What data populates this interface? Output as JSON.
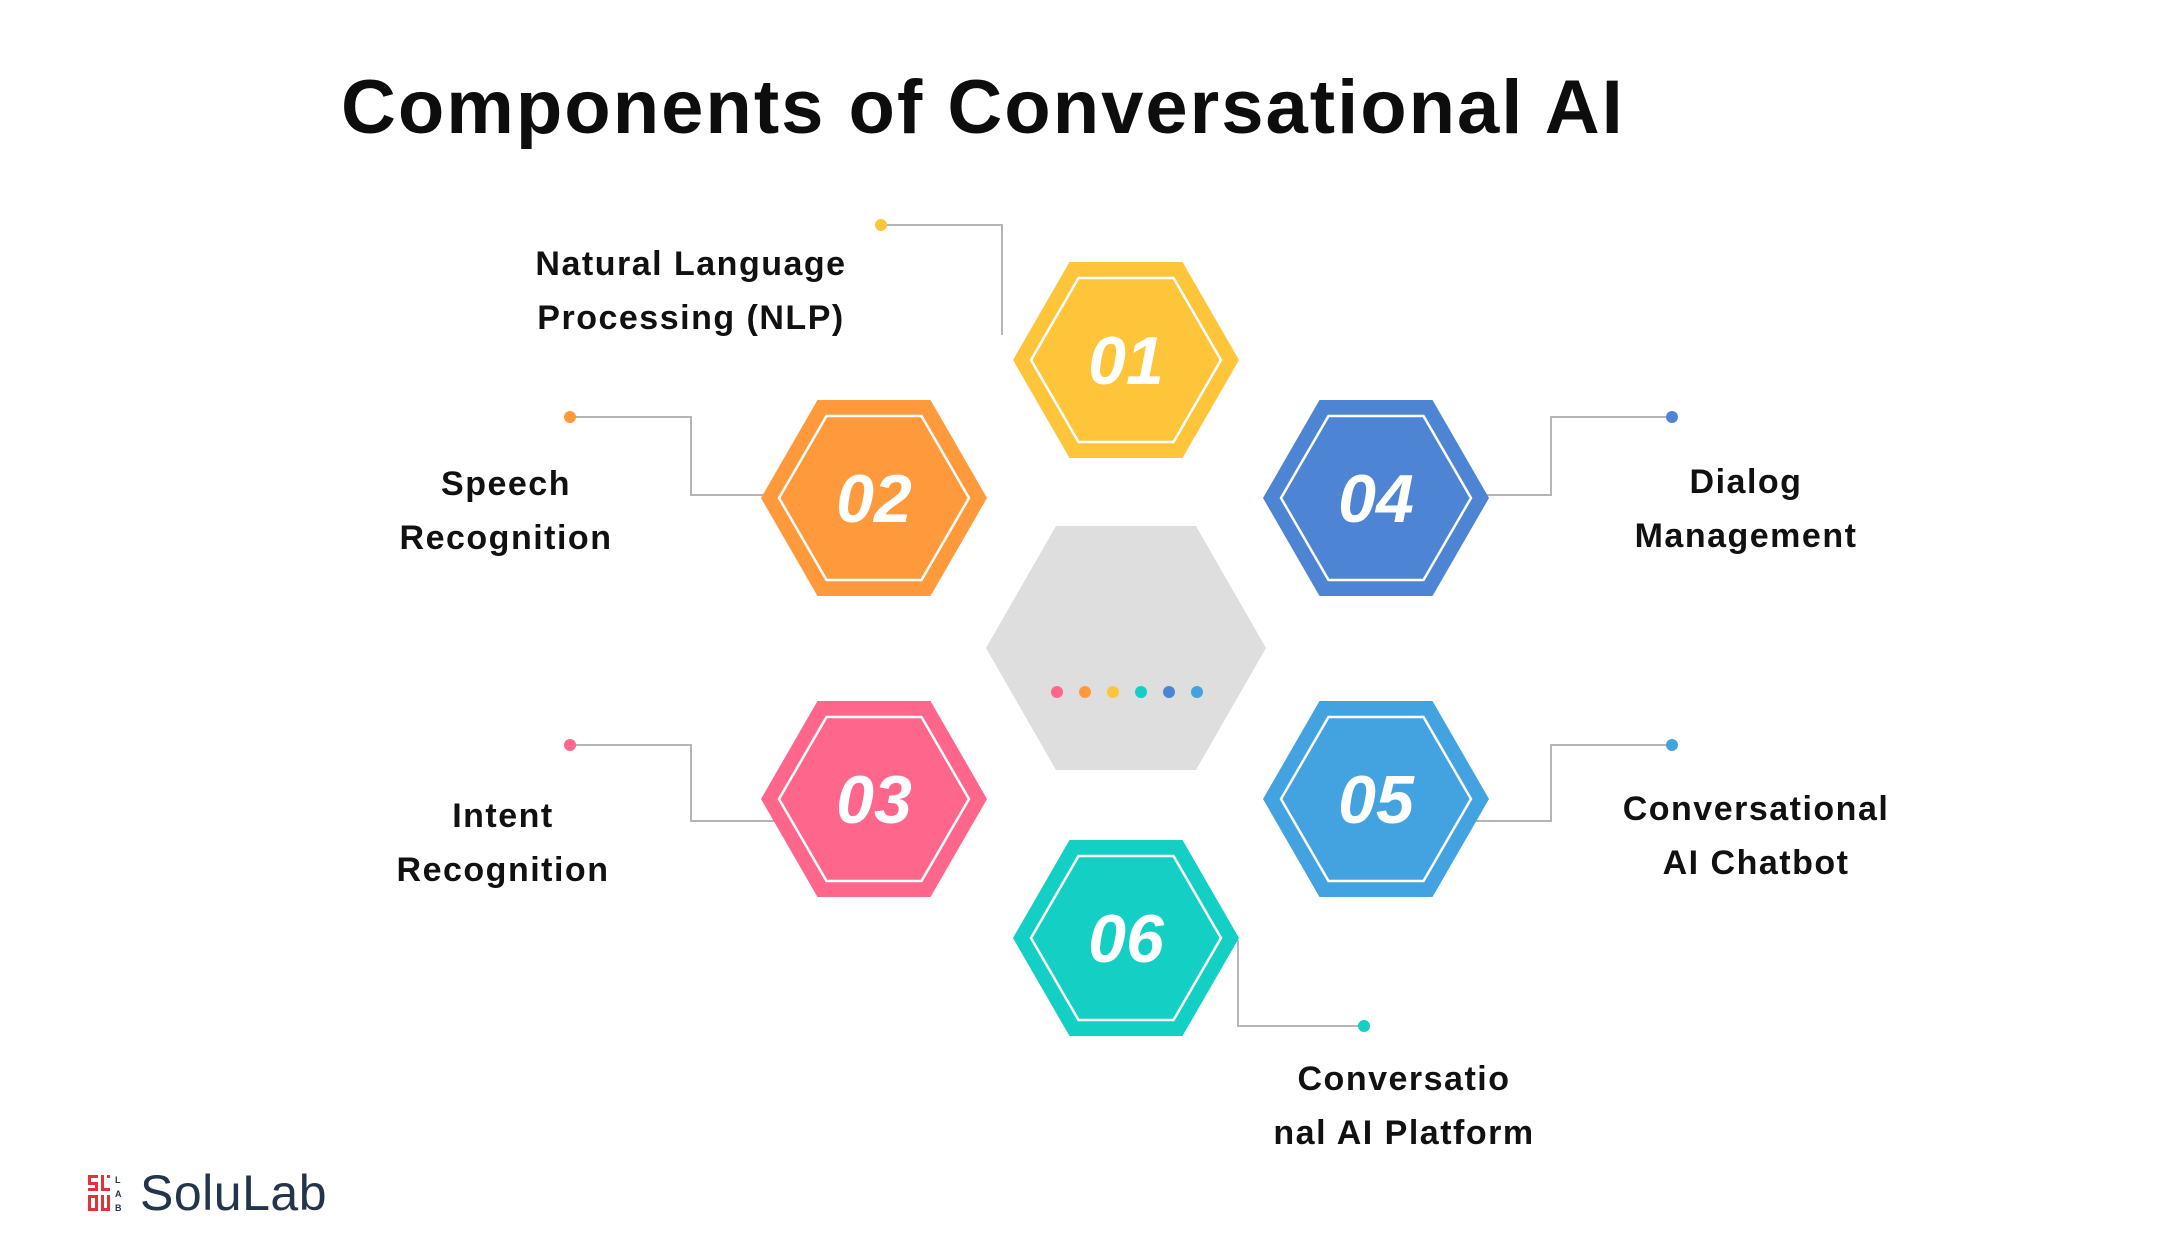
{
  "title": "Components of Conversational AI",
  "components": [
    {
      "number": "01",
      "label_lines": [
        "Natural Language",
        "Processing (NLP)"
      ],
      "color": "#fec53b"
    },
    {
      "number": "02",
      "label_lines": [
        "Speech",
        "Recognition"
      ],
      "color": "#fe9a3c"
    },
    {
      "number": "03",
      "label_lines": [
        "Intent",
        "Recognition"
      ],
      "color": "#fe668c"
    },
    {
      "number": "04",
      "label_lines": [
        "Dialog",
        "Management"
      ],
      "color": "#4e84d4"
    },
    {
      "number": "05",
      "label_lines": [
        "Conversational",
        "AI Chatbot"
      ],
      "color": "#43a3e0"
    },
    {
      "number": "06",
      "label_lines": [
        "Conversatio",
        "nal AI Platform"
      ],
      "color": "#14cfc4"
    }
  ],
  "center_dot_colors": [
    "#fe668c",
    "#fe9a3c",
    "#fec53b",
    "#14cfc4",
    "#4e84d4",
    "#43a3e0"
  ],
  "center_color": "#dedede",
  "connector_color": "#b5b5b8",
  "logo": {
    "text": "SoluLab",
    "mark_color": "#e0323a"
  }
}
